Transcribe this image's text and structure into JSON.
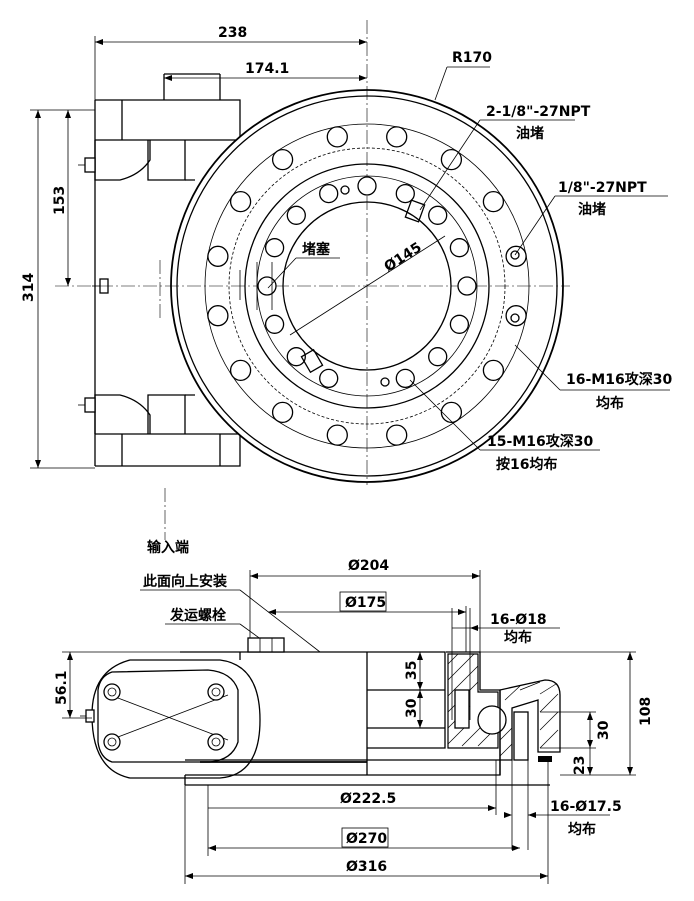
{
  "top_view": {
    "dim_238": "238",
    "dim_174": "174.1",
    "dim_r170": "R170",
    "dim_153": "153",
    "dim_314": "314",
    "dim_d145": "Ø145",
    "npt_2": "2-1/8\"-27NPT",
    "npt_2_sub": "油堵",
    "npt_1": "1/8\"-27NPT",
    "npt_1_sub": "油堵",
    "plug": "堵塞",
    "m16_16": "16-M16攻深30",
    "m16_16_sub": "均布",
    "m16_15": "15-M16攻深30",
    "m16_15_sub": "按16均布",
    "input_end": "输入端"
  },
  "side_view": {
    "install_up": "此面向上安装",
    "ship_bolt": "发运螺栓",
    "dim_204": "Ø204",
    "dim_175": "Ø175",
    "holes_18": "16-Ø18",
    "holes_18_sub": "均布",
    "dim_56": "56.1",
    "dim_35": "35",
    "dim_30a": "30",
    "dim_108": "108",
    "dim_30b": "30",
    "dim_23": "23",
    "dim_222": "Ø222.5",
    "holes_175": "16-Ø17.5",
    "holes_175_sub": "均布",
    "dim_270": "Ø270",
    "dim_316": "Ø316"
  }
}
